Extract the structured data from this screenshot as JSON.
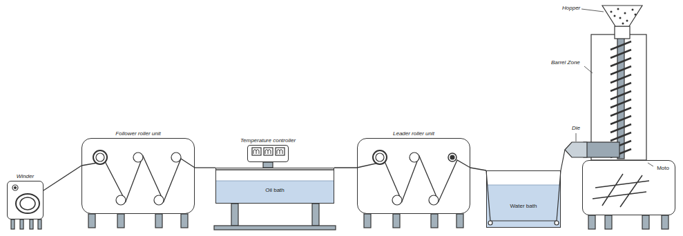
{
  "diagram": {
    "nodes": [
      {
        "text": [
          "Winder"
        ]
      },
      {
        "text": [
          "Follower roller unit"
        ]
      },
      {
        "text": [
          "Temperature controller"
        ]
      },
      {
        "text": [
          "Oil bath"
        ]
      },
      {
        "text": [
          "Leader roller unit"
        ]
      },
      {
        "text": [
          "Water bath"
        ]
      },
      {
        "text": [
          "Moto"
        ]
      }
    ],
    "edges": [
      {
        "from": 5,
        "to": 4,
        "arrow": "none"
      },
      {
        "from": 4,
        "to": 3,
        "arrow": "none"
      },
      {
        "from": 3,
        "to": 1,
        "arrow": "none"
      },
      {
        "from": 1,
        "to": 0,
        "arrow": "none"
      }
    ],
    "labels": [
      "Hopper",
      "Barrel Zone",
      "Die"
    ]
  }
}
